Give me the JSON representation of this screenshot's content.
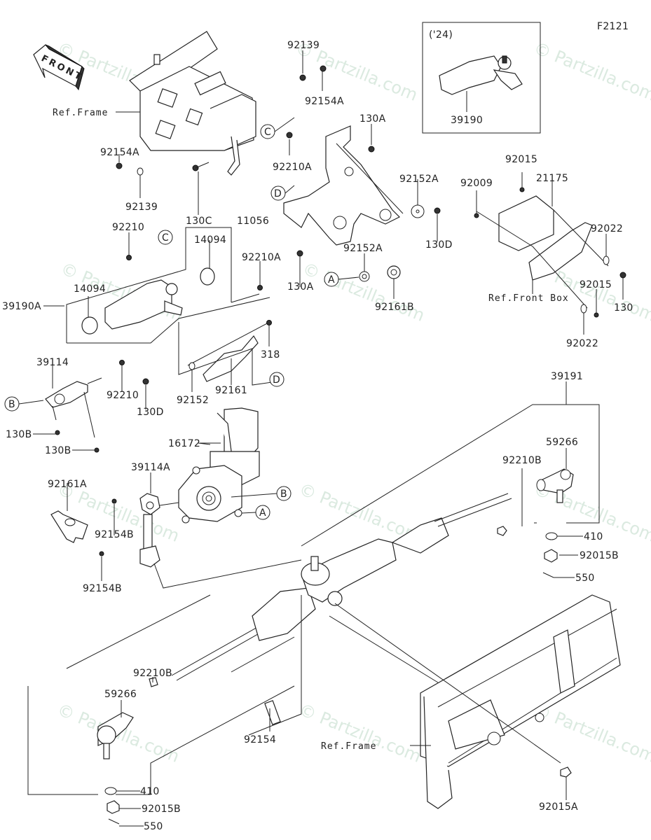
{
  "diagram": {
    "figure_code": "F2121",
    "direction_indicator": "FRONT",
    "watermark": "© Partzilla.com",
    "inset": {
      "year_label": "('24)",
      "part": "39190"
    },
    "reference_labels": {
      "frame_top": "Ref.Frame",
      "frame_bottom": "Ref.Frame",
      "front_box": "Ref.Front Box"
    },
    "callout_markers": [
      "A",
      "B",
      "C",
      "D"
    ],
    "parts": [
      "92139",
      "92154A",
      "130A",
      "92210A",
      "92154A",
      "92139",
      "130C",
      "11056",
      "92015",
      "21175",
      "92009",
      "92152A",
      "130D",
      "92022",
      "92210",
      "14094",
      "92210A",
      "130A",
      "92152A",
      "92161B",
      "92015",
      "130",
      "39190A",
      "14094",
      "318",
      "92022",
      "39114",
      "92210",
      "92152",
      "92161",
      "130D",
      "130B",
      "130B",
      "39191",
      "16172",
      "59266",
      "39114A",
      "92161A",
      "92210B",
      "92154B",
      "410",
      "92015B",
      "92154B",
      "550",
      "92210B",
      "59266",
      "92154",
      "410",
      "92015B",
      "550",
      "92015A"
    ]
  }
}
